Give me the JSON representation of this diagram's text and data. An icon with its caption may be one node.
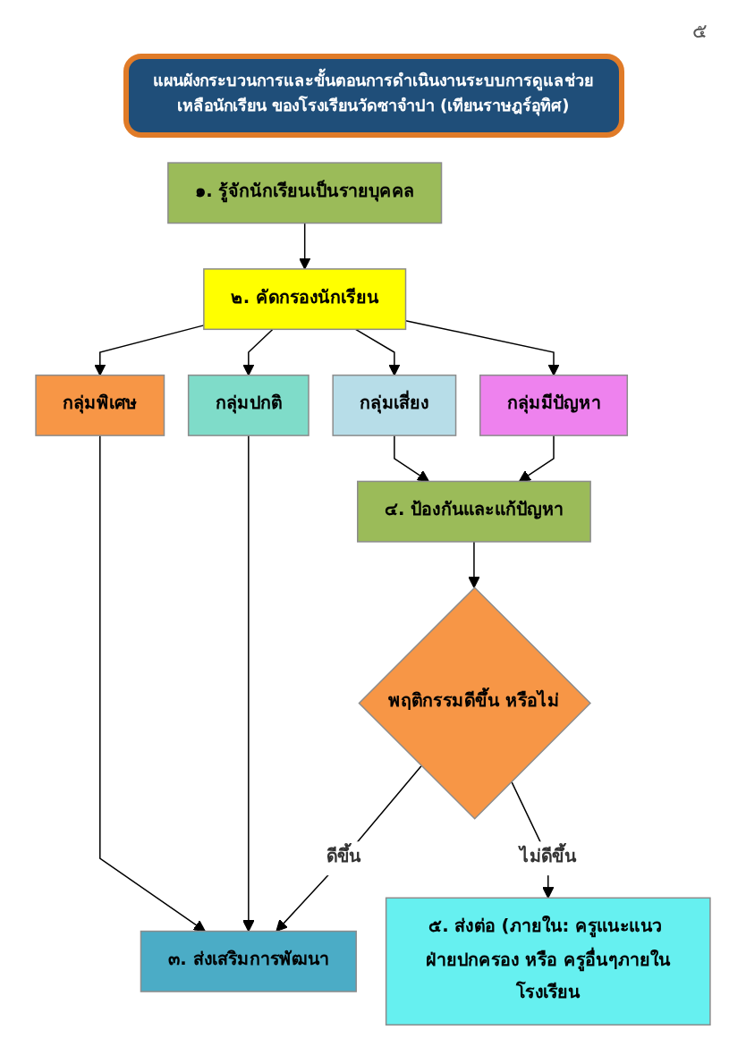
{
  "diagram": {
    "title": "แผนผังกระบวนการและขั้นตอนการดำเนินงานระบบการดูแลช่วยเหลือนักเรียน ของโรงเรียนวัดซาจำปา (เทียนราษฎร์อุทิศ)",
    "nodes": [
      {
        "text": [
          "๑. รู้จักนักเรียนเป็นรายบุคคล"
        ]
      },
      {
        "text": [
          "๒. คัดกรองนักเรียน"
        ]
      },
      {
        "text": [
          "กลุ่มพิเศษ"
        ]
      },
      {
        "text": [
          "กลุ่มปกติ"
        ]
      },
      {
        "text": [
          "กลุ่มเสี่ยง"
        ]
      },
      {
        "text": [
          "กลุ่มมีปัญหา"
        ]
      },
      {
        "text": [
          "๓. ส่งเสริมการพัฒนา"
        ]
      },
      {
        "text": [
          "๔. ป้องกันและแก้ปัญหา"
        ]
      },
      {
        "text": [
          "พฤติกรรมดีขึ้น หรือไม่"
        ]
      },
      {
        "text": [
          "๕. ส่งต่อ (ภายใน: ครูแนะแนว ฝ่ายปกครอง หรือ ครูอื่นๆภายในโรงเรียน"
        ]
      }
    ],
    "edges": [
      {
        "from": 0,
        "to": 1,
        "arrow": "to"
      },
      {
        "from": 1,
        "to": 2,
        "arrow": "to"
      },
      {
        "from": 1,
        "to": 3,
        "arrow": "to"
      },
      {
        "from": 1,
        "to": 4,
        "arrow": "to"
      },
      {
        "from": 1,
        "to": 5,
        "arrow": "to"
      },
      {
        "from": 2,
        "to": 6,
        "arrow": "to"
      },
      {
        "from": 3,
        "to": 6,
        "arrow": "to"
      },
      {
        "from": 4,
        "to": 7,
        "arrow": "to"
      },
      {
        "from": 5,
        "to": 7,
        "arrow": "to"
      },
      {
        "from": 7,
        "to": 8,
        "arrow": "to"
      },
      {
        "from": 8,
        "to": 6,
        "arrow": "to",
        "label": "ดีขึ้น"
      },
      {
        "from": 8,
        "to": 9,
        "arrow": "to",
        "label": "ไม่ดีขึ้น"
      }
    ],
    "labels": [
      "๕"
    ]
  }
}
